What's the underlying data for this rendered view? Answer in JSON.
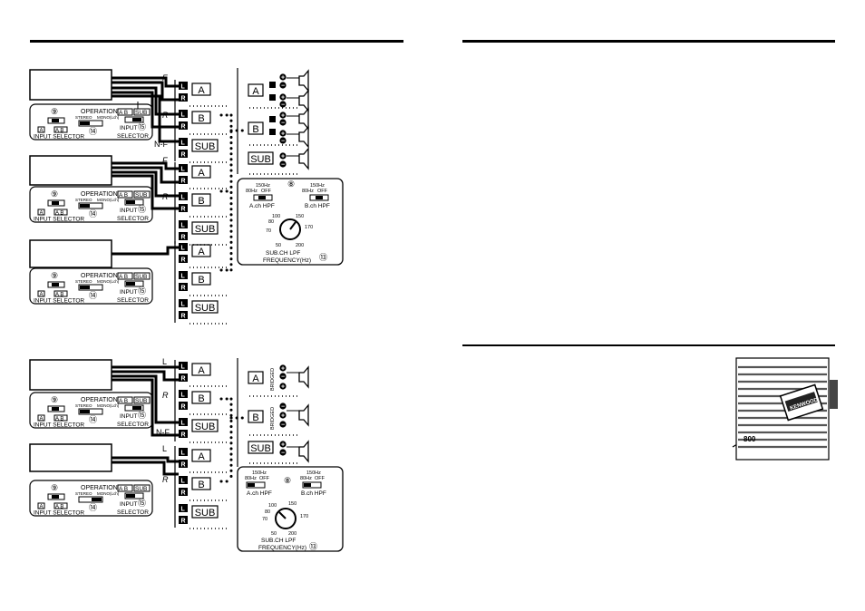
{
  "labels": {
    "operation": "OPERATION",
    "stereo": "STEREO",
    "mono": "MONO(Lch)",
    "ab": "A B",
    "sub": "SUB",
    "a": "A",
    "b": "B",
    "input_selector": "INPUT SELECTOR",
    "input": "INPUT",
    "selector": "SELECTOR",
    "n9": "⑨",
    "n14": "⑭",
    "n15": "⑮",
    "n8": "⑧",
    "n13": "⑬",
    "F": "F",
    "R": "R",
    "NF": "N-F",
    "L": "L",
    "Lbox": "L",
    "Rbox": "R",
    "plus": "+",
    "minus": "−",
    "bridged": "BRIDGED"
  },
  "hpf": {
    "hz150": "150Hz",
    "hz80": "80Hz",
    "off": "OFF",
    "ach": "A.ch HPF",
    "bch": "B.ch HPF"
  },
  "lpf": {
    "t100": "100",
    "t150": "150",
    "t80": "80",
    "t70": "70",
    "t170": "170",
    "t50": "50",
    "t200": "200",
    "title1": "SUB.CH LPF",
    "title2": "FREQUENCY(Hz)"
  },
  "amp": {
    "brand": "KENWOOD",
    "model": "800"
  }
}
